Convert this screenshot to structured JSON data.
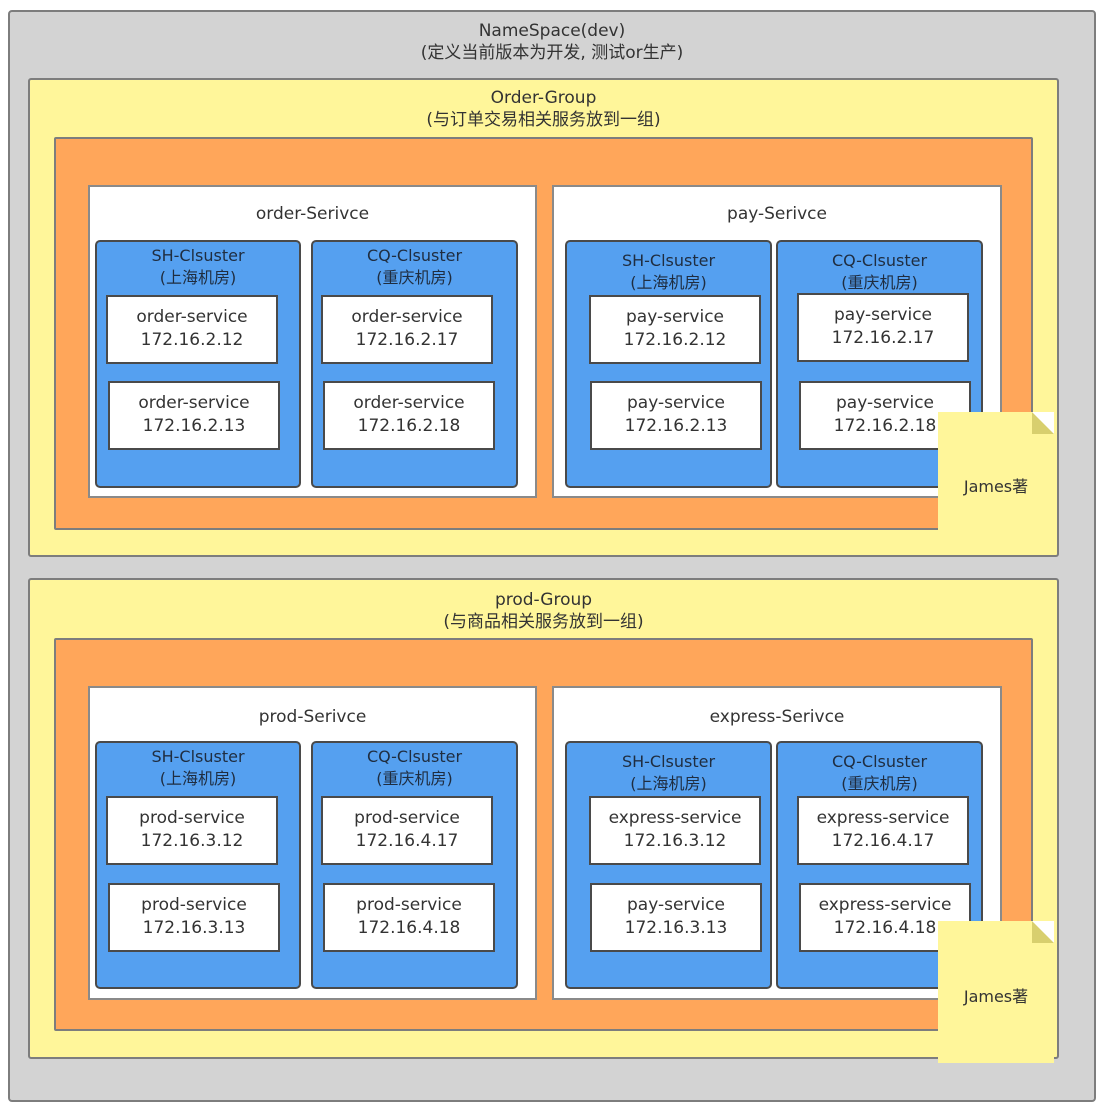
{
  "namespace": {
    "title": "NameSpace(dev)",
    "subtitle": "(定义当前版本为开发, 测试or生产)"
  },
  "groups": [
    {
      "title": "Order-Group",
      "subtitle": "(与订单交易相关服务放到一组)",
      "services": [
        {
          "name": "order-Serivce",
          "clusters": [
            {
              "name": "SH-Clsuster",
              "room": "(上海机房)",
              "instances": [
                {
                  "name": "order-service",
                  "ip": "172.16.2.12"
                },
                {
                  "name": "order-service",
                  "ip": "172.16.2.13"
                }
              ]
            },
            {
              "name": "CQ-Clsuster",
              "room": "(重庆机房)",
              "instances": [
                {
                  "name": "order-service",
                  "ip": "172.16.2.17"
                },
                {
                  "name": "order-service",
                  "ip": "172.16.2.18"
                }
              ]
            }
          ]
        },
        {
          "name": "pay-Serivce",
          "clusters": [
            {
              "name": "SH-Clsuster",
              "room": "(上海机房)",
              "instances": [
                {
                  "name": "pay-service",
                  "ip": "172.16.2.12"
                },
                {
                  "name": "pay-service",
                  "ip": "172.16.2.13"
                }
              ]
            },
            {
              "name": "CQ-Clsuster",
              "room": "(重庆机房)",
              "instances": [
                {
                  "name": "pay-service",
                  "ip": "172.16.2.17"
                },
                {
                  "name": "pay-service",
                  "ip": "172.16.2.18"
                }
              ]
            }
          ]
        }
      ],
      "note": "James著"
    },
    {
      "title": "prod-Group",
      "subtitle": "(与商品相关服务放到一组)",
      "services": [
        {
          "name": "prod-Serivce",
          "clusters": [
            {
              "name": "SH-Clsuster",
              "room": "(上海机房)",
              "instances": [
                {
                  "name": "prod-service",
                  "ip": "172.16.3.12"
                },
                {
                  "name": "prod-service",
                  "ip": "172.16.3.13"
                }
              ]
            },
            {
              "name": "CQ-Clsuster",
              "room": "(重庆机房)",
              "instances": [
                {
                  "name": "prod-service",
                  "ip": "172.16.4.17"
                },
                {
                  "name": "prod-service",
                  "ip": "172.16.4.18"
                }
              ]
            }
          ]
        },
        {
          "name": "express-Serivce",
          "clusters": [
            {
              "name": "SH-Clsuster",
              "room": "(上海机房)",
              "instances": [
                {
                  "name": "express-service",
                  "ip": "172.16.3.12"
                },
                {
                  "name": "pay-service",
                  "ip": "172.16.3.13"
                }
              ]
            },
            {
              "name": "CQ-Clsuster",
              "room": "(重庆机房)",
              "instances": [
                {
                  "name": "express-service",
                  "ip": "172.16.4.17"
                },
                {
                  "name": "express-service",
                  "ip": "172.16.4.18"
                }
              ]
            }
          ]
        }
      ],
      "note": "James著"
    }
  ]
}
